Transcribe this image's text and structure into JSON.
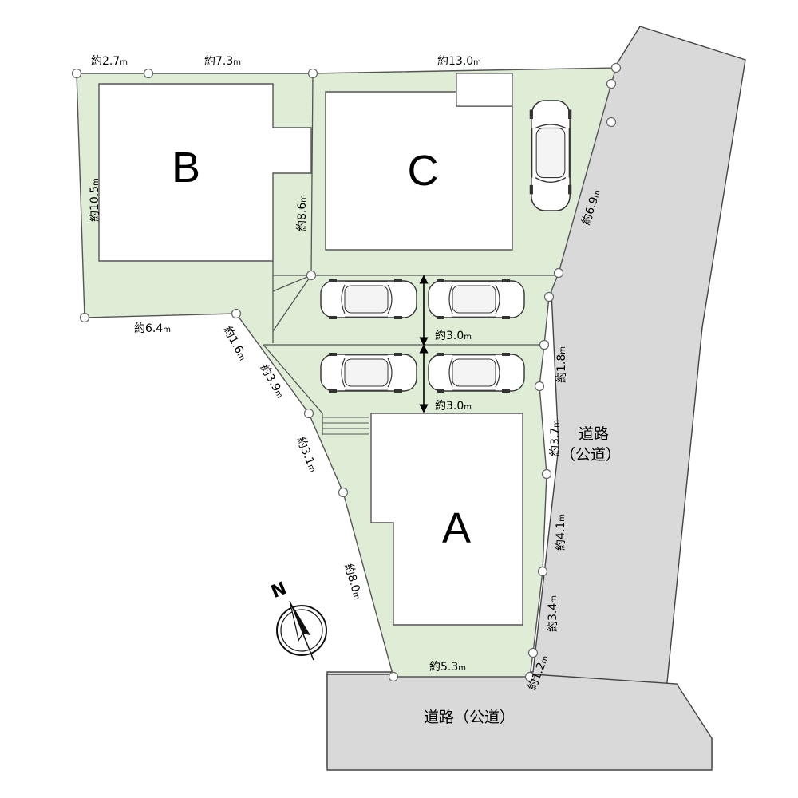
{
  "colors": {
    "site_fill": "#dfedd6",
    "site_stroke": "#555555",
    "road_fill": "#d9d9d9",
    "building_fill": "#ffffff",
    "marker_stroke": "#666666"
  },
  "buildings": {
    "a": "A",
    "b": "B",
    "c": "C"
  },
  "roads": {
    "east_line1": "道路",
    "east_line2": "（公道）",
    "south": "道路（公道）"
  },
  "compass": {
    "north": "N"
  },
  "dimensions": {
    "unit": "m",
    "top_west": "約2.7",
    "top_mid": "約7.3",
    "top_east": "約13.0",
    "west": "約10.5",
    "b_side": "約8.6",
    "b_bottom": "約6.4",
    "diag_1": "約1.6",
    "diag_2": "約3.9",
    "diag_3": "約3.1",
    "diag_4": "約8.0",
    "east_1": "約6.9",
    "east_2": "約1.8",
    "east_3": "約3.7",
    "east_4": "約4.1",
    "east_5": "約3.4",
    "east_6": "約1.2",
    "south": "約5.3",
    "parking_1": "約3.0",
    "parking_2": "約3.0"
  },
  "parking": {
    "car_count": 5,
    "icon": "car-icon"
  }
}
